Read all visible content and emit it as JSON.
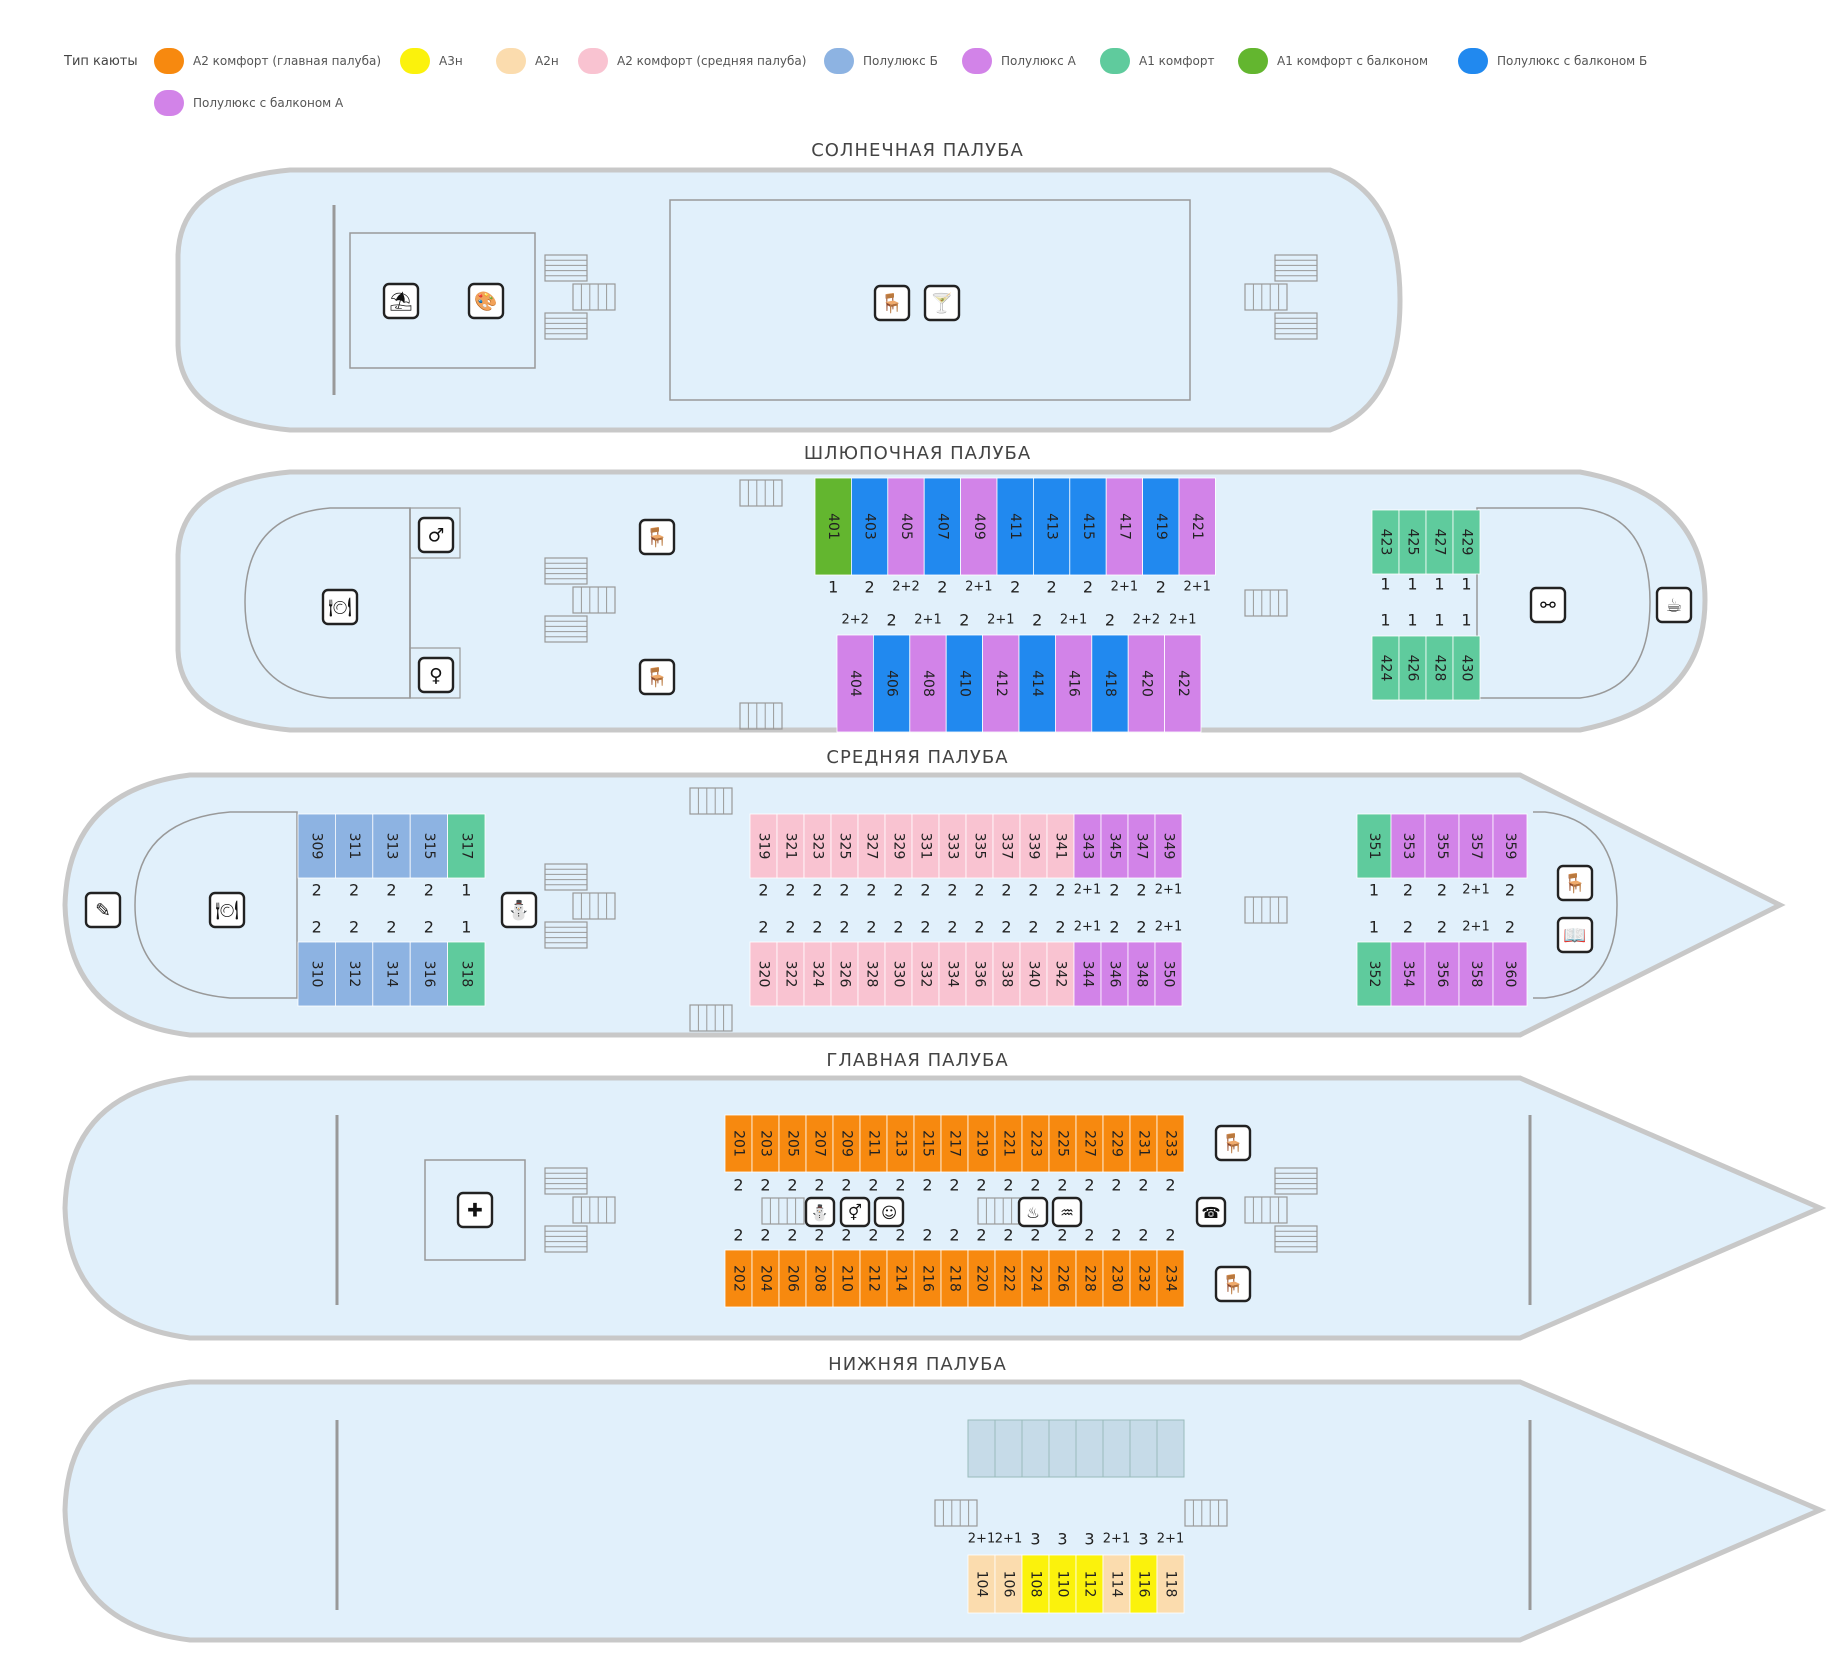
{
  "legend": {
    "title": "Тип каюты",
    "items": [
      {
        "label": "А2 комфорт (главная палуба)",
        "color": "#f7890f"
      },
      {
        "label": "А3н",
        "color": "#fbf20c"
      },
      {
        "label": "А2н",
        "color": "#fbdcae"
      },
      {
        "label": "А2 комфорт (средняя палуба)",
        "color": "#f9c3d1"
      },
      {
        "label": "Полулюкс Б",
        "color": "#8db3e2"
      },
      {
        "label": "Полулюкс А",
        "color": "#d283e8"
      },
      {
        "label": "А1 комфорт",
        "color": "#5fcb9d"
      },
      {
        "label": "А1 комфорт с балконом",
        "color": "#63b62f"
      },
      {
        "label": "Полулюкс с балконом Б",
        "color": "#2189ef"
      },
      {
        "label": "Полулюкс с балконом А",
        "color": "#d283e8"
      }
    ]
  },
  "decks": {
    "sun": {
      "title": "СОЛНЕЧНАЯ  ПАЛУБА",
      "icons": [
        "sunbed-icon",
        "art-palette-icon",
        "deck-chair-icon",
        "cocktail-bar-icon"
      ]
    },
    "boat": {
      "title": "ШЛЮПОЧНАЯ  ПАЛУБА",
      "icons": [
        "mens-toilet-icon",
        "womens-toilet-icon",
        "restaurant-icon",
        "deck-chair-icon",
        "deck-chair-icon",
        "binoculars-icon",
        "cafe-terrace-icon"
      ],
      "top_cabins": [
        {
          "n": "401",
          "c": "#63b62f",
          "occ": "1"
        },
        {
          "n": "403",
          "c": "#2189ef",
          "occ": "2"
        },
        {
          "n": "405",
          "c": "#d283e8",
          "occ": "2+2"
        },
        {
          "n": "407",
          "c": "#2189ef",
          "occ": "2"
        },
        {
          "n": "409",
          "c": "#d283e8",
          "occ": "2+1"
        },
        {
          "n": "411",
          "c": "#2189ef",
          "occ": "2"
        },
        {
          "n": "413",
          "c": "#2189ef",
          "occ": "2"
        },
        {
          "n": "415",
          "c": "#2189ef",
          "occ": "2"
        },
        {
          "n": "417",
          "c": "#d283e8",
          "occ": "2+1"
        },
        {
          "n": "419",
          "c": "#2189ef",
          "occ": "2"
        },
        {
          "n": "421",
          "c": "#d283e8",
          "occ": "2+1"
        }
      ],
      "bottom_cabins": [
        {
          "n": "404",
          "c": "#d283e8",
          "occ": "2+2"
        },
        {
          "n": "406",
          "c": "#2189ef",
          "occ": "2"
        },
        {
          "n": "408",
          "c": "#d283e8",
          "occ": "2+1"
        },
        {
          "n": "410",
          "c": "#2189ef",
          "occ": "2"
        },
        {
          "n": "412",
          "c": "#d283e8",
          "occ": "2+1"
        },
        {
          "n": "414",
          "c": "#2189ef",
          "occ": "2"
        },
        {
          "n": "416",
          "c": "#d283e8",
          "occ": "2+1"
        },
        {
          "n": "418",
          "c": "#2189ef",
          "occ": "2"
        },
        {
          "n": "420",
          "c": "#d283e8",
          "occ": "2+2"
        },
        {
          "n": "422",
          "c": "#d283e8",
          "occ": "2+1"
        }
      ],
      "bow_top": [
        {
          "n": "423",
          "c": "#5fcb9d",
          "occ": "1"
        },
        {
          "n": "425",
          "c": "#5fcb9d",
          "occ": "1"
        },
        {
          "n": "427",
          "c": "#5fcb9d",
          "occ": "1"
        },
        {
          "n": "429",
          "c": "#5fcb9d",
          "occ": "1"
        }
      ],
      "bow_bottom": [
        {
          "n": "424",
          "c": "#5fcb9d",
          "occ": "1"
        },
        {
          "n": "426",
          "c": "#5fcb9d",
          "occ": "1"
        },
        {
          "n": "428",
          "c": "#5fcb9d",
          "occ": "1"
        },
        {
          "n": "430",
          "c": "#5fcb9d",
          "occ": "1"
        }
      ]
    },
    "middle": {
      "title": "СРЕДНЯЯ  ПАЛУБА",
      "icons": [
        "writing-room-icon",
        "restaurant-icon",
        "souvenir-doll-icon",
        "deck-chair-icon",
        "library-icon"
      ],
      "aft_top": [
        {
          "n": "309",
          "c": "#8db3e2",
          "occ": "2"
        },
        {
          "n": "311",
          "c": "#8db3e2",
          "occ": "2"
        },
        {
          "n": "313",
          "c": "#8db3e2",
          "occ": "2"
        },
        {
          "n": "315",
          "c": "#8db3e2",
          "occ": "2"
        },
        {
          "n": "317",
          "c": "#5fcb9d",
          "occ": "1"
        }
      ],
      "aft_bottom": [
        {
          "n": "310",
          "c": "#8db3e2",
          "occ": "2"
        },
        {
          "n": "312",
          "c": "#8db3e2",
          "occ": "2"
        },
        {
          "n": "314",
          "c": "#8db3e2",
          "occ": "2"
        },
        {
          "n": "316",
          "c": "#8db3e2",
          "occ": "2"
        },
        {
          "n": "318",
          "c": "#5fcb9d",
          "occ": "1"
        }
      ],
      "mid_top": [
        {
          "n": "319",
          "c": "#f9c3d1",
          "occ": "2"
        },
        {
          "n": "321",
          "c": "#f9c3d1",
          "occ": "2"
        },
        {
          "n": "323",
          "c": "#f9c3d1",
          "occ": "2"
        },
        {
          "n": "325",
          "c": "#f9c3d1",
          "occ": "2"
        },
        {
          "n": "327",
          "c": "#f9c3d1",
          "occ": "2"
        },
        {
          "n": "329",
          "c": "#f9c3d1",
          "occ": "2"
        },
        {
          "n": "331",
          "c": "#f9c3d1",
          "occ": "2"
        },
        {
          "n": "333",
          "c": "#f9c3d1",
          "occ": "2"
        },
        {
          "n": "335",
          "c": "#f9c3d1",
          "occ": "2"
        },
        {
          "n": "337",
          "c": "#f9c3d1",
          "occ": "2"
        },
        {
          "n": "339",
          "c": "#f9c3d1",
          "occ": "2"
        },
        {
          "n": "341",
          "c": "#f9c3d1",
          "occ": "2"
        },
        {
          "n": "343",
          "c": "#d283e8",
          "occ": "2+1"
        },
        {
          "n": "345",
          "c": "#d283e8",
          "occ": "2"
        },
        {
          "n": "347",
          "c": "#d283e8",
          "occ": "2"
        },
        {
          "n": "349",
          "c": "#d283e8",
          "occ": "2+1"
        }
      ],
      "mid_bottom": [
        {
          "n": "320",
          "c": "#f9c3d1",
          "occ": "2"
        },
        {
          "n": "322",
          "c": "#f9c3d1",
          "occ": "2"
        },
        {
          "n": "324",
          "c": "#f9c3d1",
          "occ": "2"
        },
        {
          "n": "326",
          "c": "#f9c3d1",
          "occ": "2"
        },
        {
          "n": "328",
          "c": "#f9c3d1",
          "occ": "2"
        },
        {
          "n": "330",
          "c": "#f9c3d1",
          "occ": "2"
        },
        {
          "n": "332",
          "c": "#f9c3d1",
          "occ": "2"
        },
        {
          "n": "334",
          "c": "#f9c3d1",
          "occ": "2"
        },
        {
          "n": "336",
          "c": "#f9c3d1",
          "occ": "2"
        },
        {
          "n": "338",
          "c": "#f9c3d1",
          "occ": "2"
        },
        {
          "n": "340",
          "c": "#f9c3d1",
          "occ": "2"
        },
        {
          "n": "342",
          "c": "#f9c3d1",
          "occ": "2"
        },
        {
          "n": "344",
          "c": "#d283e8",
          "occ": "2+1"
        },
        {
          "n": "346",
          "c": "#d283e8",
          "occ": "2"
        },
        {
          "n": "348",
          "c": "#d283e8",
          "occ": "2"
        },
        {
          "n": "350",
          "c": "#d283e8",
          "occ": "2+1"
        }
      ],
      "bow_top": [
        {
          "n": "351",
          "c": "#5fcb9d",
          "occ": "1"
        },
        {
          "n": "353",
          "c": "#d283e8",
          "occ": "2"
        },
        {
          "n": "355",
          "c": "#d283e8",
          "occ": "2"
        },
        {
          "n": "357",
          "c": "#d283e8",
          "occ": "2+1"
        },
        {
          "n": "359",
          "c": "#d283e8",
          "occ": "2"
        }
      ],
      "bow_bottom": [
        {
          "n": "352",
          "c": "#5fcb9d",
          "occ": "1"
        },
        {
          "n": "354",
          "c": "#d283e8",
          "occ": "2"
        },
        {
          "n": "356",
          "c": "#d283e8",
          "occ": "2"
        },
        {
          "n": "358",
          "c": "#d283e8",
          "occ": "2+1"
        },
        {
          "n": "360",
          "c": "#d283e8",
          "occ": "2"
        }
      ]
    },
    "main": {
      "title": "ГЛАВНАЯ  ПАЛУБА",
      "icons": [
        "first-aid-icon",
        "souvenir-doll-icon",
        "toilets-icon",
        "kids-room-icon",
        "ironing-icon",
        "laundry-icon",
        "reception-icon",
        "deck-chair-icon",
        "deck-chair-icon"
      ],
      "top_cabins": [
        {
          "n": "201",
          "c": "#f7890f",
          "occ": "2"
        },
        {
          "n": "203",
          "c": "#f7890f",
          "occ": "2"
        },
        {
          "n": "205",
          "c": "#f7890f",
          "occ": "2"
        },
        {
          "n": "207",
          "c": "#f7890f",
          "occ": "2"
        },
        {
          "n": "209",
          "c": "#f7890f",
          "occ": "2"
        },
        {
          "n": "211",
          "c": "#f7890f",
          "occ": "2"
        },
        {
          "n": "213",
          "c": "#f7890f",
          "occ": "2"
        },
        {
          "n": "215",
          "c": "#f7890f",
          "occ": "2"
        },
        {
          "n": "217",
          "c": "#f7890f",
          "occ": "2"
        },
        {
          "n": "219",
          "c": "#f7890f",
          "occ": "2"
        },
        {
          "n": "221",
          "c": "#f7890f",
          "occ": "2"
        },
        {
          "n": "223",
          "c": "#f7890f",
          "occ": "2"
        },
        {
          "n": "225",
          "c": "#f7890f",
          "occ": "2"
        },
        {
          "n": "227",
          "c": "#f7890f",
          "occ": "2"
        },
        {
          "n": "229",
          "c": "#f7890f",
          "occ": "2"
        },
        {
          "n": "231",
          "c": "#f7890f",
          "occ": "2"
        },
        {
          "n": "233",
          "c": "#f7890f",
          "occ": "2"
        }
      ],
      "bottom_cabins": [
        {
          "n": "202",
          "c": "#f7890f",
          "occ": "2"
        },
        {
          "n": "204",
          "c": "#f7890f",
          "occ": "2"
        },
        {
          "n": "206",
          "c": "#f7890f",
          "occ": "2"
        },
        {
          "n": "208",
          "c": "#f7890f",
          "occ": "2"
        },
        {
          "n": "210",
          "c": "#f7890f",
          "occ": "2"
        },
        {
          "n": "212",
          "c": "#f7890f",
          "occ": "2"
        },
        {
          "n": "214",
          "c": "#f7890f",
          "occ": "2"
        },
        {
          "n": "216",
          "c": "#f7890f",
          "occ": "2"
        },
        {
          "n": "218",
          "c": "#f7890f",
          "occ": "2"
        },
        {
          "n": "220",
          "c": "#f7890f",
          "occ": "2"
        },
        {
          "n": "222",
          "c": "#f7890f",
          "occ": "2"
        },
        {
          "n": "224",
          "c": "#f7890f",
          "occ": "2"
        },
        {
          "n": "226",
          "c": "#f7890f",
          "occ": "2"
        },
        {
          "n": "228",
          "c": "#f7890f",
          "occ": "2"
        },
        {
          "n": "230",
          "c": "#f7890f",
          "occ": "2"
        },
        {
          "n": "232",
          "c": "#f7890f",
          "occ": "2"
        },
        {
          "n": "234",
          "c": "#f7890f",
          "occ": "2"
        }
      ]
    },
    "lower": {
      "title": "НИЖНЯЯ  ПАЛУБА",
      "cabins": [
        {
          "n": "104",
          "c": "#fbdcae",
          "occ": "2+1"
        },
        {
          "n": "106",
          "c": "#fbdcae",
          "occ": "2+1"
        },
        {
          "n": "108",
          "c": "#fbf20c",
          "occ": "3"
        },
        {
          "n": "110",
          "c": "#fbf20c",
          "occ": "3"
        },
        {
          "n": "112",
          "c": "#fbf20c",
          "occ": "3"
        },
        {
          "n": "114",
          "c": "#fbdcae",
          "occ": "2+1"
        },
        {
          "n": "116",
          "c": "#fbf20c",
          "occ": "3"
        },
        {
          "n": "118",
          "c": "#fbdcae",
          "occ": "2+1"
        }
      ]
    }
  }
}
